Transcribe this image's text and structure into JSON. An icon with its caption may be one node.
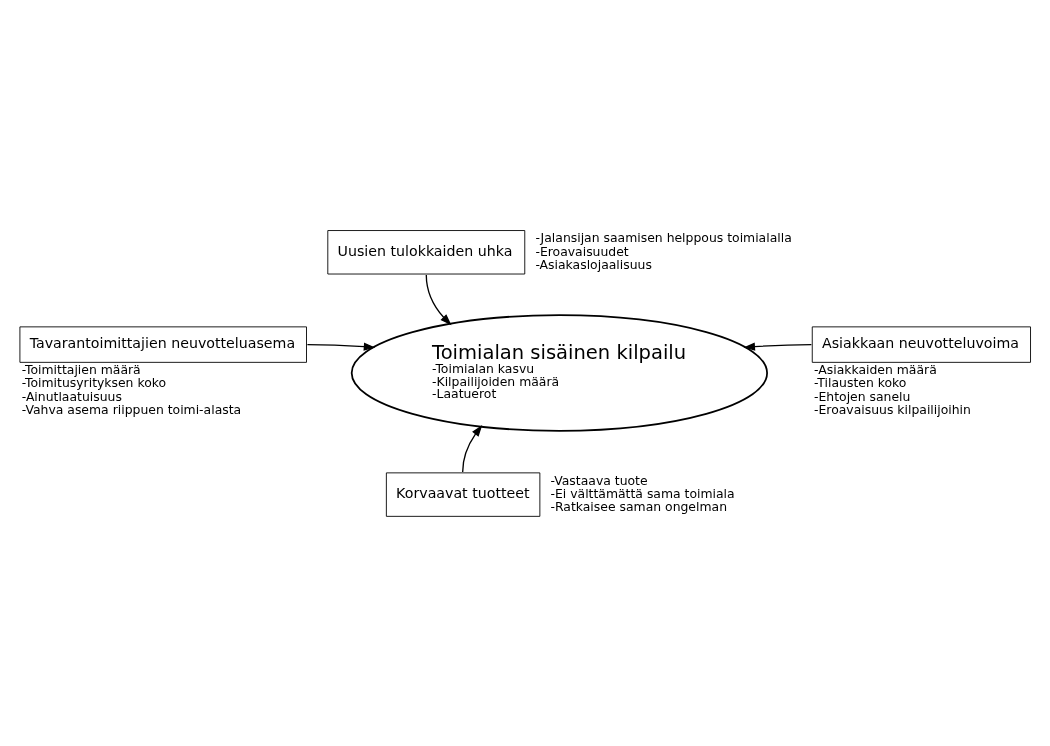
{
  "diagram": {
    "nodes": [
      {
        "text": [
          "Toimialan sisäinen kilpailu",
          "-Toimialan kasvu",
          "-Kilpailijoiden määrä",
          "-Laatuerot"
        ]
      },
      {
        "text": [
          "Uusien tulokkaiden uhka"
        ],
        "beside": [
          "-Jalansijan saamisen helppous toimialalla",
          "-Eroavaisuudet",
          "-Asiakaslojaalisuus"
        ]
      },
      {
        "text": [
          "Tavarantoimittajien neuvotteluasema"
        ],
        "beside": [
          "-Toimittajien määrä",
          "-Toimitusyrityksen koko",
          "-Ainutlaatuisuus",
          "-Vahva asema riippuen toimi-alasta"
        ]
      },
      {
        "text": [
          "Asiakkaan neuvotteluvoima"
        ],
        "beside": [
          "-Asiakkaiden määrä",
          "-Tilausten koko",
          "-Ehtojen sanelu",
          "-Eroavaisuus kilpailijoihin"
        ]
      },
      {
        "text": [
          "Korvaavat tuotteet"
        ],
        "beside": [
          "-Vastaava tuote",
          "-Ei välttämättä sama toimiala",
          "-Ratkaisee saman ongelman"
        ]
      }
    ],
    "edges": [
      {
        "from": 1,
        "to": 0,
        "arrow": "to"
      },
      {
        "from": 2,
        "to": 0,
        "arrow": "to"
      },
      {
        "from": 3,
        "to": 0,
        "arrow": "to"
      },
      {
        "from": 4,
        "to": 0,
        "arrow": "to"
      }
    ]
  }
}
